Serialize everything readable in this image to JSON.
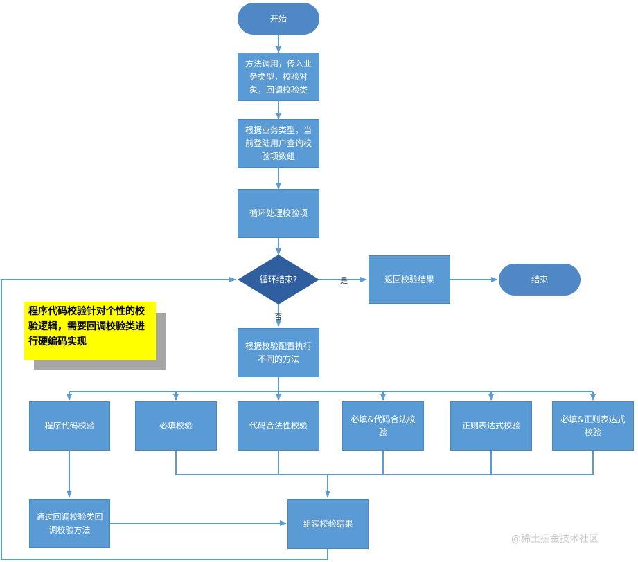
{
  "nodes": {
    "start": "开始",
    "call": "方法调用，传入业务类型，校验对象，回调校验类",
    "query": "根据业务类型，当前登陆用户查询校验项数组",
    "loop": "循环处理校验项",
    "decision": "循环结束?",
    "return_result": "返回校验结果",
    "end": "结束",
    "dispatch": "根据校验配置执行不同的方法",
    "program_code": "程序代码校验",
    "required": "必填校验",
    "code_legal": "代码合法性校验",
    "required_code": "必填&代码合法校验",
    "regex": "正则表达式校验",
    "required_regex": "必填&正则表达式校验",
    "callback": "通过回调校验类回调校验方法",
    "assemble": "组装校验结果"
  },
  "edge_labels": {
    "yes": "是",
    "no": "否"
  },
  "note": "程序代码校验针对个性的校验逻辑，需要回调校验类进行硬编码实现",
  "watermark": "@稀土掘金技术社区",
  "colors": {
    "node": "#5b9bd5",
    "terminal": "#4f88c4",
    "edge": "#5b9bd5",
    "note": "#ffff00"
  }
}
